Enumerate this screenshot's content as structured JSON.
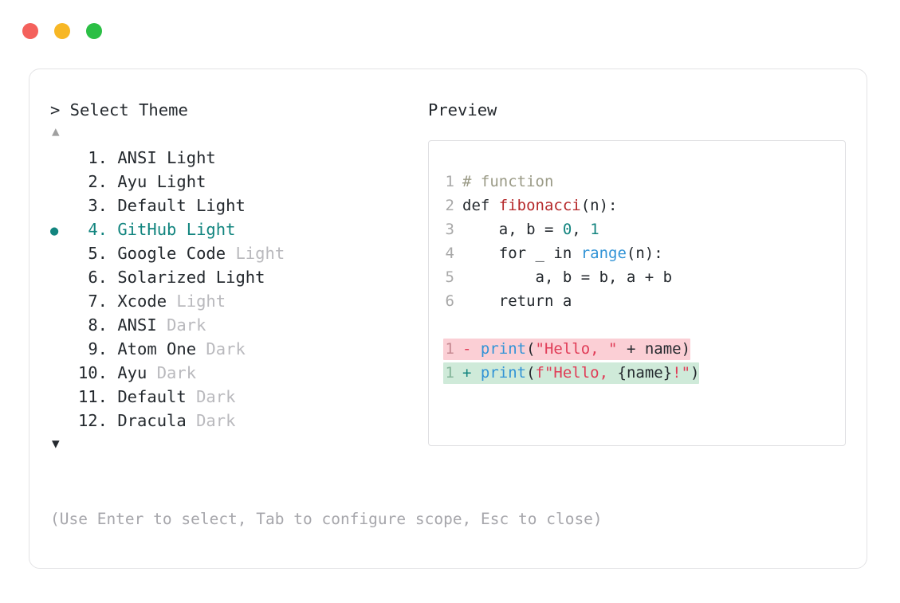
{
  "window": {
    "buttons": [
      {
        "name": "close",
        "color": "#f4615c"
      },
      {
        "name": "minimize",
        "color": "#f7b725"
      },
      {
        "name": "maximize",
        "color": "#2bbf45"
      }
    ]
  },
  "prompt": {
    "title": "> Select Theme",
    "scroll_up_indicator": "▲",
    "scroll_down_indicator": "▼",
    "selected_index": 4,
    "bullet_glyph": "●",
    "accent_color": "#12857f"
  },
  "themes": [
    {
      "number": "1.",
      "name": "ANSI",
      "variant": "Light",
      "variant_dim": false,
      "selected": false
    },
    {
      "number": "2.",
      "name": "Ayu",
      "variant": "Light",
      "variant_dim": false,
      "selected": false
    },
    {
      "number": "3.",
      "name": "Default",
      "variant": "Light",
      "variant_dim": false,
      "selected": false
    },
    {
      "number": "4.",
      "name": "GitHub",
      "variant": "Light",
      "variant_dim": false,
      "selected": true
    },
    {
      "number": "5.",
      "name": "Google Code",
      "variant": "Light",
      "variant_dim": true,
      "selected": false
    },
    {
      "number": "6.",
      "name": "Solarized",
      "variant": "Light",
      "variant_dim": false,
      "selected": false
    },
    {
      "number": "7.",
      "name": "Xcode",
      "variant": "Light",
      "variant_dim": true,
      "selected": false
    },
    {
      "number": "8.",
      "name": "ANSI",
      "variant": "Dark",
      "variant_dim": true,
      "selected": false
    },
    {
      "number": "9.",
      "name": "Atom One",
      "variant": "Dark",
      "variant_dim": true,
      "selected": false
    },
    {
      "number": "10.",
      "name": "Ayu",
      "variant": "Dark",
      "variant_dim": true,
      "selected": false
    },
    {
      "number": "11.",
      "name": "Default",
      "variant": "Dark",
      "variant_dim": true,
      "selected": false
    },
    {
      "number": "12.",
      "name": "Dracula",
      "variant": "Dark",
      "variant_dim": true,
      "selected": false
    }
  ],
  "preview": {
    "label": "Preview",
    "code_lines": [
      {
        "ln": "1",
        "tokens": [
          {
            "t": "# function",
            "c": "comment"
          }
        ]
      },
      {
        "ln": "2",
        "tokens": [
          {
            "t": "def ",
            "c": "kw"
          },
          {
            "t": "fibonacci",
            "c": "fn"
          },
          {
            "t": "(n):",
            "c": "plain"
          }
        ]
      },
      {
        "ln": "3",
        "tokens": [
          {
            "t": "    a, b = ",
            "c": "plain"
          },
          {
            "t": "0",
            "c": "num"
          },
          {
            "t": ", ",
            "c": "plain"
          },
          {
            "t": "1",
            "c": "num"
          }
        ]
      },
      {
        "ln": "4",
        "tokens": [
          {
            "t": "    for _ in ",
            "c": "plain"
          },
          {
            "t": "range",
            "c": "builtin"
          },
          {
            "t": "(n):",
            "c": "plain"
          }
        ]
      },
      {
        "ln": "5",
        "tokens": [
          {
            "t": "        a, b = b, a + b",
            "c": "plain"
          }
        ]
      },
      {
        "ln": "6",
        "tokens": [
          {
            "t": "    return a",
            "c": "plain"
          }
        ]
      }
    ],
    "diff_lines": [
      {
        "ln": "1",
        "kind": "del",
        "sign": "-",
        "background": "#fbcfd5",
        "tokens": [
          {
            "t": "print",
            "c": "builtin"
          },
          {
            "t": "(",
            "c": "plain"
          },
          {
            "t": "\"Hello, \"",
            "c": "str"
          },
          {
            "t": " + name)",
            "c": "plain"
          }
        ]
      },
      {
        "ln": "1",
        "kind": "add",
        "sign": "+",
        "background": "#cfead9",
        "tokens": [
          {
            "t": "print",
            "c": "builtin"
          },
          {
            "t": "(",
            "c": "plain"
          },
          {
            "t": "f\"Hello, ",
            "c": "str"
          },
          {
            "t": "{name}",
            "c": "plain"
          },
          {
            "t": "!\"",
            "c": "str"
          },
          {
            "t": ")",
            "c": "plain"
          }
        ]
      }
    ]
  },
  "footer": {
    "hint": "(Use Enter to select, Tab to configure scope, Esc to close)"
  }
}
